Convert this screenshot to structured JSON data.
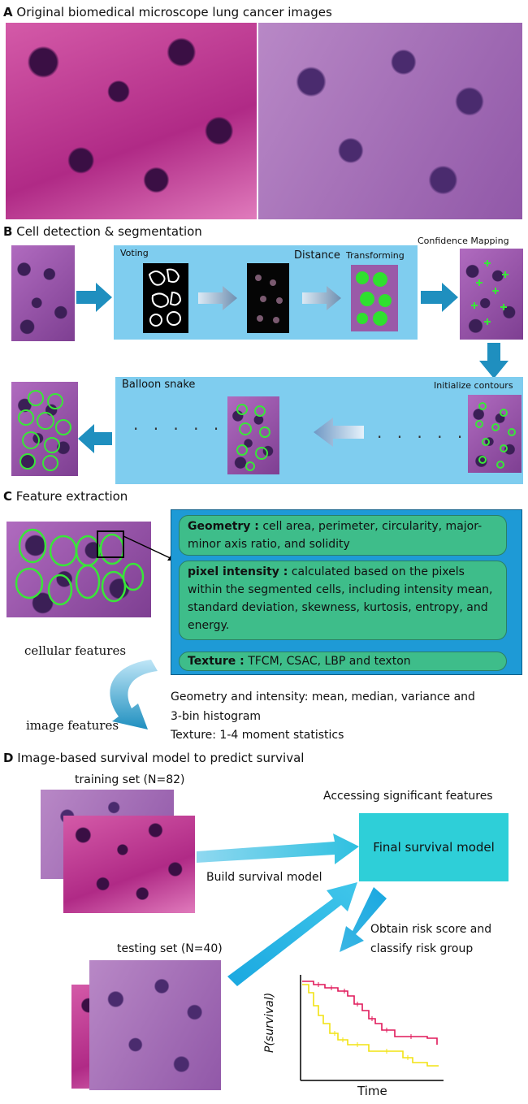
{
  "section_a": {
    "letter": "A",
    "title": "Original biomedical microscope lung cancer images"
  },
  "section_b": {
    "letter": "B",
    "title": "Cell detection & segmentation",
    "voting": "Voting",
    "distance": "Distance",
    "transforming": "Transforming",
    "confidence_mapping": "Confidence Mapping",
    "balloon_snake": "Balloon snake",
    "initialize_contours": "Initialize contours",
    "dots": "· · · · · ·"
  },
  "section_c": {
    "letter": "C",
    "title": "Feature extraction",
    "geometry_label": "Geometry :",
    "geometry_text": "cell area, perimeter, circularity, major-minor axis ratio, and solidity",
    "intensity_label": "pixel intensity :",
    "intensity_text": "calculated based on the pixels within the segmented cells, including intensity mean, standard deviation, skewness, kurtosis, entropy, and energy.",
    "texture_label": "Texture :",
    "texture_text": "TFCM, CSAC, LBP and texton",
    "cellular_features": "cellular features",
    "image_features": "image features",
    "stats_line1": "Geometry and intensity: mean, median, variance and",
    "stats_line2": "3-bin histogram",
    "stats_line3": "Texture:  1-4 moment statistics"
  },
  "section_d": {
    "letter": "D",
    "title": "Image-based survival model to predict survival",
    "training_set": "training set (N=82)",
    "testing_set": "testing set (N=40)",
    "accessing": "Accessing significant features",
    "final_model": "Final survival model",
    "build": "Build survival model",
    "obtain_line1": "Obtain risk score and",
    "obtain_line2": "classify risk group",
    "ylabel": "P(survival)",
    "xlabel": "Time"
  },
  "colors": {
    "panel": "#7fcdef",
    "arrow": "#1f8fbf",
    "feature_box": "#1e9ad6",
    "green_box": "#3ebd8a",
    "final_box": "#2ecfd8",
    "high_risk": "#e0185a",
    "low_risk": "#f2e312",
    "contour": "#39e639"
  }
}
